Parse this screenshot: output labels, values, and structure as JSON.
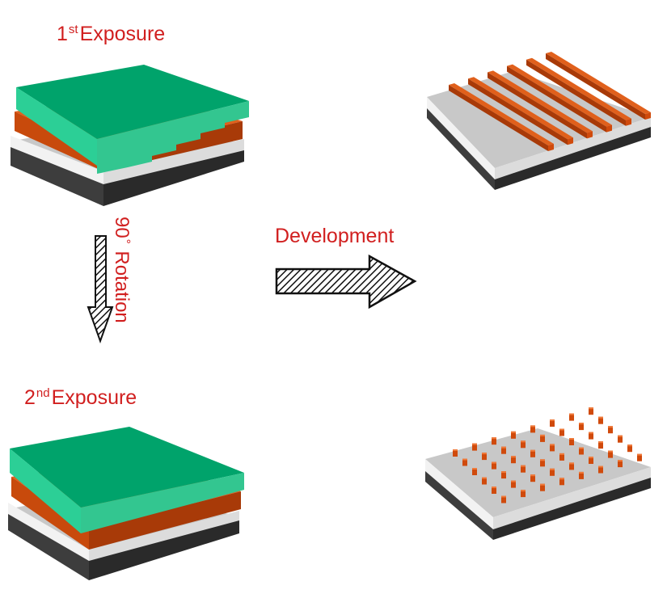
{
  "labels": {
    "first_exposure": {
      "number": "1",
      "sup": "st",
      "text": "Exposure"
    },
    "second_exposure": {
      "number": "2",
      "sup": "nd",
      "text": "Exposure"
    },
    "rotation": {
      "number": "90",
      "sup": "°",
      "text": "Rotation"
    },
    "development": "Development"
  },
  "colors": {
    "label": "#d11f1f",
    "mask_top": "#00a36b",
    "mask_side": "#2ccf96",
    "resist": "#d04a0c",
    "resist_dark": "#a83a08",
    "white_layer": "#f2f2f2",
    "substrate_dark": "#3d3d3d",
    "substrate_top": "#c8c8c8",
    "arrow_hatch": "#111111"
  },
  "icons": {
    "down_arrow": "hatched-down-arrow-icon",
    "right_arrow": "hatched-right-arrow-icon"
  },
  "grid_pillars": {
    "rows": 6,
    "cols": 8
  },
  "line_count": 6
}
